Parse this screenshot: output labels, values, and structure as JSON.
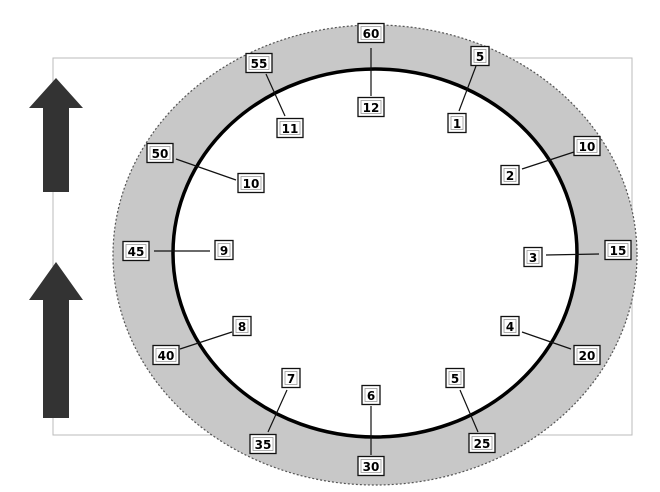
{
  "diagram": {
    "colors": {
      "ring_fill": "#c8c8c8",
      "ring_outline": "#555555",
      "clock_face": "#ffffff",
      "clock_outline": "#000000",
      "arrow": "#333333",
      "frame": "#bbbbbb"
    },
    "icons": [
      "up-arrow-icon",
      "up-arrow-icon"
    ],
    "pairs": [
      {
        "hour": "12",
        "minute": "60"
      },
      {
        "hour": "1",
        "minute": "5"
      },
      {
        "hour": "2",
        "minute": "10"
      },
      {
        "hour": "3",
        "minute": "15"
      },
      {
        "hour": "4",
        "minute": "20"
      },
      {
        "hour": "5",
        "minute": "25"
      },
      {
        "hour": "6",
        "minute": "30"
      },
      {
        "hour": "7",
        "minute": "35"
      },
      {
        "hour": "8",
        "minute": "40"
      },
      {
        "hour": "9",
        "minute": "45"
      },
      {
        "hour": "10",
        "minute": "50"
      },
      {
        "hour": "11",
        "minute": "55"
      }
    ]
  }
}
